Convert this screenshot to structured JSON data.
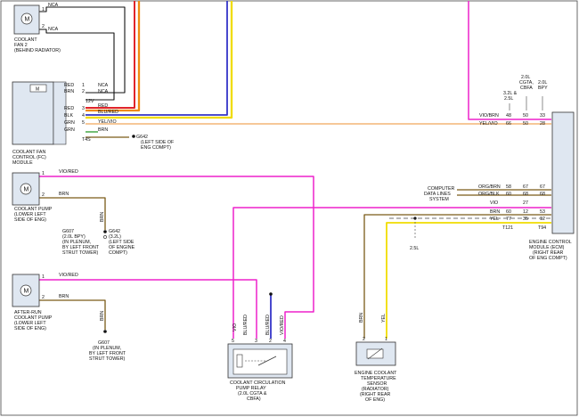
{
  "components": {
    "fan2": [
      "COOLANT",
      "FAN 2",
      "(BEHIND RADIATOR)"
    ],
    "fc_module": [
      "COOLANT FAN",
      "CONTROL (FC)",
      "MODULE"
    ],
    "pump": [
      "COOLANT PUMP",
      "(LOWER LEFT",
      "SIDE OF ENG)"
    ],
    "afterrun": [
      "AFTER-RUN",
      "COOLANT PUMP",
      "(LOWER LEFT",
      "SIDE OF ENG)"
    ],
    "relay": [
      "COOLANT CIRCULATION",
      "PUMP RELAY",
      "(2.0L CGTA &",
      "CBFA)"
    ],
    "ect": [
      "ENGINE COOLANT",
      "TEMPERATURE",
      "SENSOR",
      "(RADIATOR)",
      "(RIGHT REAR",
      "OF ENG)"
    ],
    "ecm": [
      "ENGINE CONTROL",
      "MODULE (ECM)",
      "(RIGHT REAR",
      "OF ENG COMPT)"
    ]
  },
  "grounds": {
    "g642a": [
      "G642",
      "(LEFT SIDE OF",
      "ENG COMPT)"
    ],
    "g607a": [
      "G607",
      "(2.0L BPY)",
      "(IN PLENUM,",
      "BY LEFT FRONT",
      "STRUT TOWER)"
    ],
    "g642b": [
      "G642",
      "(3.2L)",
      "(LEFT SIDE",
      "OF ENGINE",
      "COMPT)"
    ],
    "g607b": [
      "G607",
      "(IN PLENUM,",
      "BY LEFT FRONT",
      "STRUT TOWER)"
    ]
  },
  "wires": {
    "nca1": "NCA",
    "nca2": "NCA",
    "fc_red": "RED",
    "fc_brn": "BRN",
    "fc_nca1": "NCA",
    "fc_nca2": "NCA",
    "fc_12v": "12V",
    "fc_red2": "RED",
    "fc_blk": "BLK",
    "fc_blured": "BLU/RED",
    "fc_grn": "GRN",
    "fc_yelvio": "YEL/VIO",
    "fc_grn2": "GRN",
    "fc_brn2": "BRN",
    "t4s": "T4S",
    "pump_viored": "VIO/RED",
    "pump_brn": "BRN",
    "pump_brn_v": "BRN",
    "ar_viored": "VIO/RED",
    "ar_brn": "BRN",
    "ar_brn_v": "BRN",
    "relay_vio": "VIO",
    "relay_blured1": "BLU/RED",
    "relay_blured2": "BLU/RED",
    "relay_viored": "VIO/RED",
    "ect_brn": "BRN",
    "ect_yel": "YEL",
    "ecm_vio_brn": "VIO/BRN",
    "ecm_yel_vio": "YEL/VIO",
    "ecm_org_brn": "ORG/BRN",
    "ecm_org_blk": "ORG/BLK",
    "ecm_vio": "VIO",
    "ecm_brn": "BRN",
    "ecm_yel": "YEL",
    "t121": "T121",
    "t94": "T94",
    "comp_data": [
      "COMPUTER",
      "DATA LINES",
      "SYSTEM"
    ],
    "label_25l": "2.5L"
  },
  "ecm_columns": [
    "3.2L &",
    "2.5L",
    "2.0L",
    "CGTA,",
    "CBFA",
    "2.0L",
    "BPY"
  ],
  "ecm_pins": {
    "r1": [
      "48",
      "50",
      "33"
    ],
    "r2": [
      "66",
      "50",
      "28"
    ],
    "r3": [
      "58",
      "67",
      "67"
    ],
    "r4": [
      "60",
      "68",
      "68"
    ],
    "r5": [
      "27"
    ],
    "r6": [
      "60",
      "12",
      "53"
    ],
    "r7": [
      "77",
      "35",
      "12"
    ]
  },
  "pins": {
    "fan_1": "1",
    "fan_2": "2",
    "fc_1": "1",
    "fc_2": "2",
    "fc_3": "3",
    "fc_4": "4",
    "fc_5": "5",
    "p_1": "1",
    "p_2": "2",
    "ar_1": "1",
    "ar_2": "2",
    "rl_5": "5",
    "rl_3": "3",
    "rl_2": "2",
    "rl_4": "4",
    "ect_2": "2",
    "ect_1": "1"
  },
  "colors": {
    "red": "#e0242a",
    "orange": "#f08a10",
    "blue": "#3434c8",
    "yellow": "#f0dc00",
    "magenta": "#ee22cc",
    "peach": "#f4c08a",
    "brown": "#7a5a18",
    "green": "#2a9a2a",
    "black": "#111111"
  }
}
